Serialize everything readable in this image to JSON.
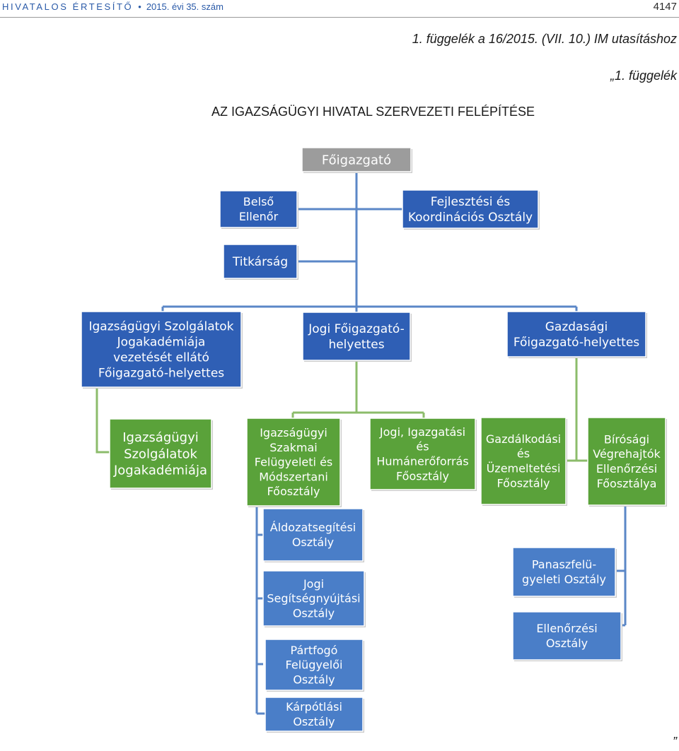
{
  "header": {
    "publication": "HIVATALOS ÉRTESÍTŐ",
    "separator": "•",
    "issue": "2015. évi 35. szám",
    "page_number": "4147"
  },
  "appendix_reference": "1. függelék a 16/2015. (VII. 10.) IM utasításhoz",
  "appendix_label": "„1. függelék",
  "title": "AZ IGAZSÁGÜGYI HIVATAL SZERVEZETI FELÉPÍTÉSE",
  "closing_quote": "”",
  "colors": {
    "gray_box": "#9c9c9c",
    "blue_box": "#2f5fb5",
    "light_blue_box": "#4a7ec8",
    "green_box": "#5aa23a",
    "blue_line": "#5b87c7",
    "green_line": "#8cbc6b"
  },
  "org": {
    "foigazgato": [
      "Főigazgató"
    ],
    "belso_ellenor": [
      "Belső",
      "Ellenőr"
    ],
    "fejlesztesi": [
      "Fejlesztési és",
      "Koordinációs Osztály"
    ],
    "titkarsag": [
      "Titkárság"
    ],
    "ijsz_helyettes": [
      "Igazságügyi Szolgálatok",
      "Jogakadémiája",
      "vezetését ellátó",
      "Főigazgató-helyettes"
    ],
    "jogi_helyettes": [
      "Jogi Főigazgató-",
      "helyettes"
    ],
    "gazdasagi_helyettes": [
      "Gazdasági",
      "Főigazgató-helyettes"
    ],
    "ijsz_jogakademia": [
      "Igazságügyi",
      "Szolgálatok",
      "Jogakadémiája"
    ],
    "szakmai_foosztaly": [
      "Igazságügyi",
      "Szakmai",
      "Felügyeleti és",
      "Módszertani",
      "Főosztály"
    ],
    "jogi_humaneroforras": [
      "Jogi, Igazgatási",
      "és",
      "Humánerőforrás",
      "Főosztály"
    ],
    "gazdalkodasi": [
      "Gazdálkodási",
      "és",
      "Üzemeltetési",
      "Főosztály"
    ],
    "birosagi": [
      "Bírósági",
      "Végrehajtók",
      "Ellenőrzési",
      "Főosztálya"
    ],
    "aldozatsegitesi": [
      "Áldozatsegítési",
      "Osztály"
    ],
    "jogi_segitsegnyujtasi": [
      "Jogi",
      "Segítségnyújtási",
      "Osztály"
    ],
    "partfogo": [
      "Pártfogó",
      "Felügyelői",
      "Osztály"
    ],
    "karpotlasi": [
      "Kárpótlási",
      "Osztály"
    ],
    "panaszfelugyeleti": [
      "Panaszfelü-",
      "gyeleti Osztály"
    ],
    "ellenorzesi": [
      "Ellenőrzési",
      "Osztály"
    ]
  }
}
